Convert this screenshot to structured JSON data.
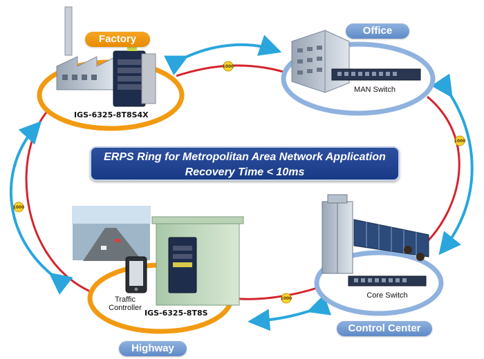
{
  "banner": {
    "line1": "ERPS Ring for Metropolitan Area Network Application",
    "line2": "Recovery Time < 10ms"
  },
  "sites": {
    "factory": "Factory",
    "office": "Office",
    "control_center": "Control Center",
    "highway": "Highway"
  },
  "devices": {
    "factory_switch": "IGS-6325-8T8S4X",
    "man_switch": "MAN Switch",
    "core_switch": "Core Switch",
    "highway_switch": "IGS-6325-8T8S",
    "traffic_controller": "Traffic\nController"
  },
  "links": {
    "speed_top": "1000",
    "speed_right": "1000",
    "speed_bottom": "1000",
    "speed_left": "1000"
  },
  "colors": {
    "ring": "#d3242c",
    "arrow": "#2aa6dc",
    "orange": "#f29a11",
    "blue_ring": "#8fb2de",
    "banner": "#1f4290"
  }
}
